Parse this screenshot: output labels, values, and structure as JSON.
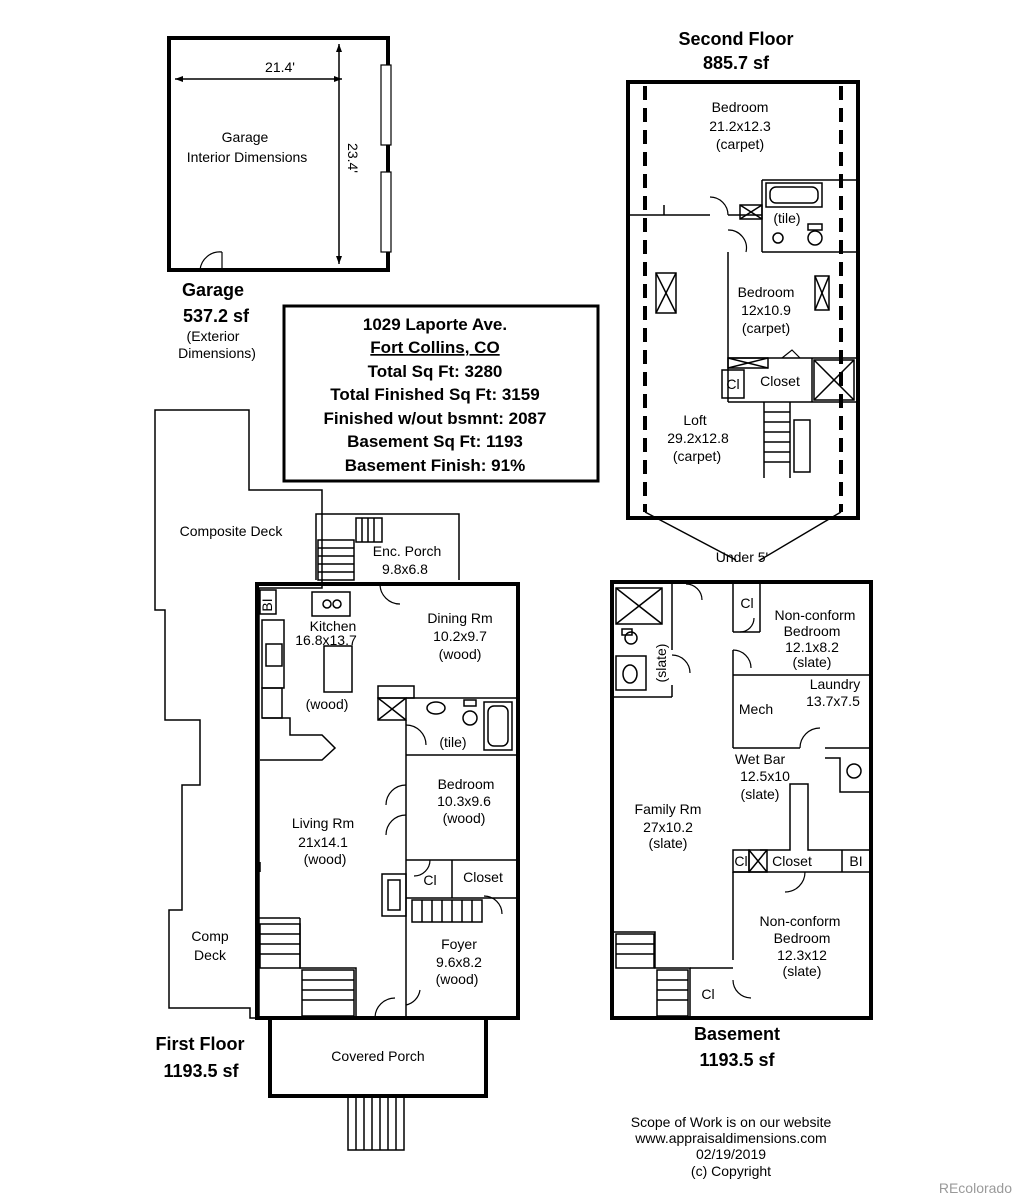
{
  "address": {
    "street": "1029 Laporte Ave.",
    "city": "Fort Collins, CO",
    "total_sq_ft": "Total Sq Ft:  3280",
    "total_finished": "Total Finished Sq Ft:  3159",
    "finished_wo_bsmnt": "Finished w/out bsmnt:  2087",
    "basement_sq_ft": "Basement Sq Ft:  1193",
    "basement_finish": "Basement Finish:  91%"
  },
  "garage": {
    "interior_line1": "Garage",
    "interior_line2": "Interior Dimensions",
    "width": "21.4'",
    "depth": "23.4'",
    "title": "Garage",
    "area": "537.2 sf",
    "note_line1": "(Exterior",
    "note_line2": "Dimensions)"
  },
  "second_floor": {
    "title": "Second Floor",
    "area": "885.7 sf",
    "bedroom1": [
      "Bedroom",
      "21.2x12.3",
      "(carpet)"
    ],
    "bath": "(tile)",
    "bedroom2": [
      "Bedroom",
      "12x10.9",
      "(carpet)"
    ],
    "cl": "Cl",
    "closet": "Closet",
    "loft": [
      "Loft",
      "29.2x12.8",
      "(carpet)"
    ],
    "under5": "Under 5'"
  },
  "first_floor": {
    "title": "First Floor",
    "area": "1193.5 sf",
    "composite_deck": "Composite Deck",
    "enc_porch": [
      "Enc. Porch",
      "9.8x6.8"
    ],
    "bi": "BI",
    "kitchen": [
      "Kitchen",
      "16.8x13.7"
    ],
    "kitchen_floor": "(wood)",
    "dining": [
      "Dining Rm",
      "10.2x9.7",
      "(wood)"
    ],
    "bath": "(tile)",
    "bedroom": [
      "Bedroom",
      "10.3x9.6",
      "(wood)"
    ],
    "living": [
      "Living Rm",
      "21x14.1",
      "(wood)"
    ],
    "cl": "Cl",
    "closet": "Closet",
    "comp_deck": [
      "Comp",
      "Deck"
    ],
    "foyer": [
      "Foyer",
      "9.6x8.2",
      "(wood)"
    ],
    "covered_porch": "Covered Porch"
  },
  "basement": {
    "title": "Basement",
    "area": "1193.5 sf",
    "slate": "(slate)",
    "cl_top": "Cl",
    "nc_bedroom1": [
      "Non-conform",
      "Bedroom",
      "12.1x8.2",
      "(slate)"
    ],
    "mech": "Mech",
    "laundry": [
      "Laundry",
      "13.7x7.5"
    ],
    "wet_bar": [
      "Wet Bar",
      "12.5x10",
      "(slate)"
    ],
    "family": [
      "Family Rm",
      "27x10.2",
      "(slate)"
    ],
    "cl_mid": "Cl",
    "closet": "Closet",
    "bi": "BI",
    "nc_bedroom2": [
      "Non-conform",
      "Bedroom",
      "12.3x12",
      "(slate)"
    ],
    "cl_bottom": "Cl"
  },
  "footer": {
    "line1": "Scope of Work is on our website",
    "line2": "www.appraisaldimensions.com",
    "line3": "02/19/2019",
    "line4": "(c) Copyright"
  },
  "watermark": "REcolorado"
}
